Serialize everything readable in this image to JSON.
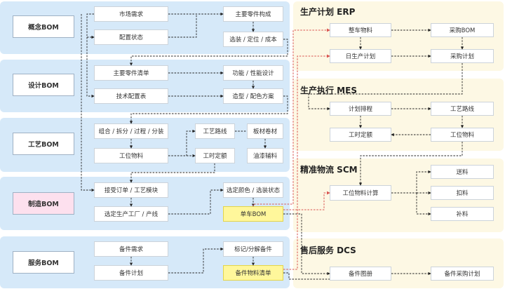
{
  "left_sections": {
    "concept": "概念BOM",
    "design": "设计BOM",
    "process": "工艺BOM",
    "manufacturing": "制造BOM",
    "service": "服务BOM"
  },
  "concept": {
    "market_demand": "市场需求",
    "config_status": "配置状态",
    "main_parts_structure": "主要零件构成",
    "selection": "选装 / 定位 / 成本"
  },
  "design": {
    "main_parts_list": "主要零件清单",
    "tech_config_table": "技术配置表",
    "function_performance": "功能 / 性能设计",
    "styling_color": "造型 / 配色方案"
  },
  "process": {
    "combine_split": "组合 / 拆分 / 过程 / 分装",
    "station_material": "工位物料",
    "process_route": "工艺路线",
    "sheet_coil": "板材卷材",
    "standard_time": "工时定额",
    "paint_aux": "油漆辅料"
  },
  "manufacturing": {
    "accept_order": "接受订单 / 工艺模块",
    "select_plant": "选定生产工厂 / 产线",
    "select_color": "选定颜色 / 选装状态",
    "single_vehicle_bom": "单车BOM"
  },
  "service": {
    "spare_demand": "备件需求",
    "spare_plan": "备件计划",
    "mark_decompose": "标记/分解备件",
    "spare_material_list": "备件物料清单"
  },
  "erp": {
    "title": "生产计划 ERP",
    "vehicle_material": "整车物料",
    "purchase_bom": "采购BOM",
    "daily_plan": "日生产计划",
    "purchase_plan": "采购计划"
  },
  "mes": {
    "title": "生产执行 MES",
    "plan_schedule": "计划排程",
    "process_route": "工艺路线",
    "standard_time": "工时定额",
    "station_material": "工位物料"
  },
  "scm": {
    "title": "精准物流  SCM",
    "station_material_calc": "工位物料计算",
    "send": "送料",
    "deduct": "扣料",
    "supplement": "补料"
  },
  "dcs": {
    "title": "售后服务  DCS",
    "spare_catalog": "备件图册",
    "spare_purchase_plan": "备件采购计划"
  },
  "colors": {
    "band_blue": "#d6e9f9",
    "panel_yellow": "#fdf8e4",
    "highlight_yellow": "#fff79b",
    "pink_label": "#fde0ee",
    "red_connector": "#d9534f"
  }
}
